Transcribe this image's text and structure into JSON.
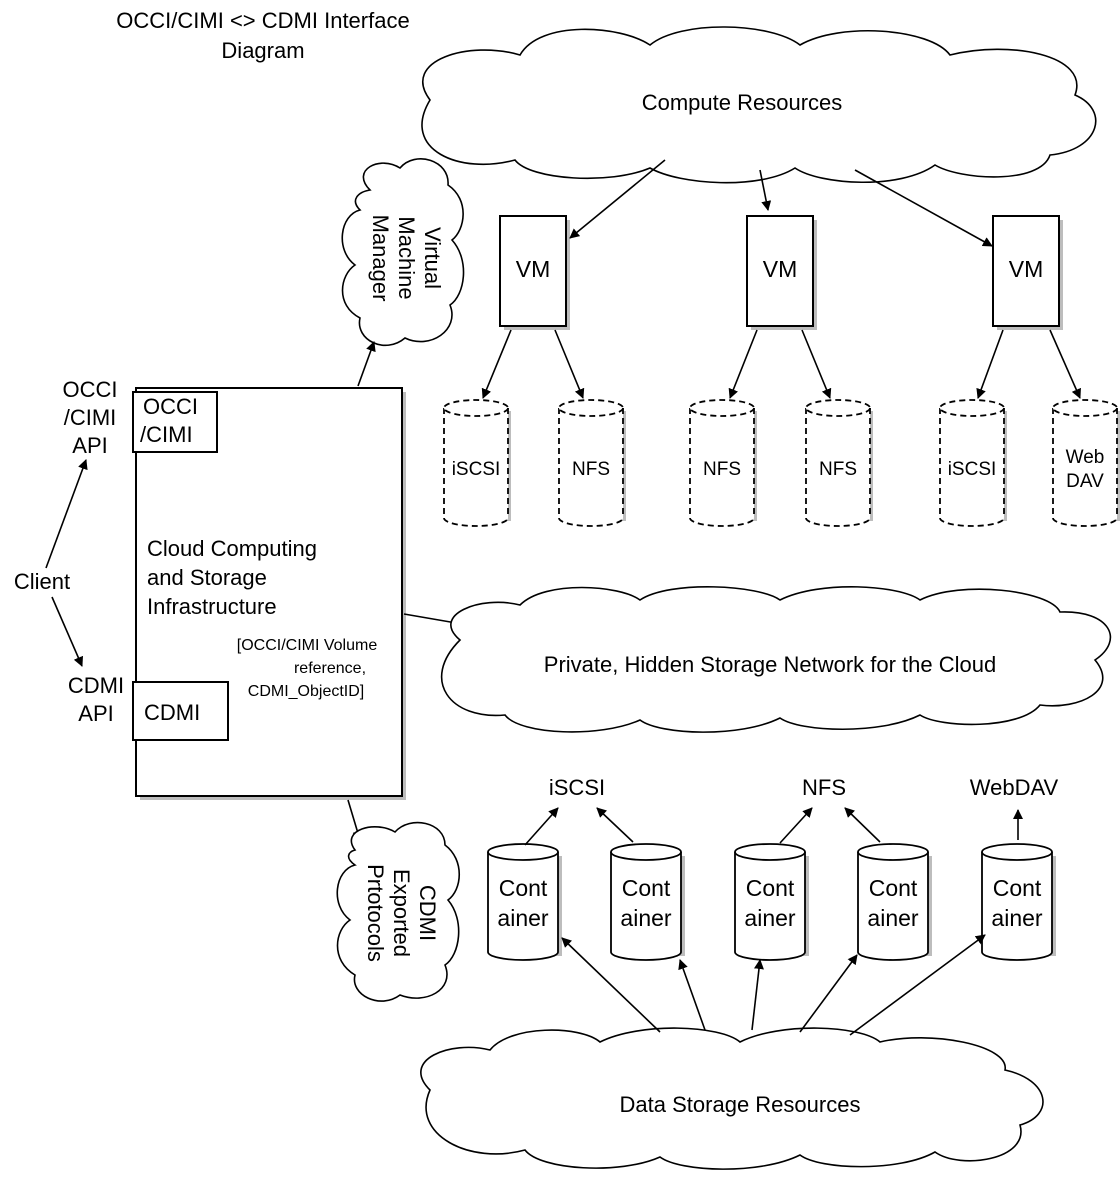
{
  "title": {
    "line1": "OCCI/CIMI <> CDMI Interface",
    "line2": "Diagram"
  },
  "clouds": {
    "compute": "Compute Resources",
    "vmm": [
      "Virtual",
      "Machine",
      "Manager"
    ],
    "network": "Private, Hidden Storage Network for the Cloud",
    "cdmi_protocols": [
      "CDMI",
      "Exported",
      "Prtotocols"
    ],
    "data_storage": "Data Storage Resources"
  },
  "vms": [
    "VM",
    "VM",
    "VM"
  ],
  "vm_storage": [
    "iSCSI",
    "NFS",
    "NFS",
    "NFS",
    "iSCSI",
    "Web\nDAV"
  ],
  "left": {
    "occi_api": [
      "OCCI",
      "/CIMI",
      "API"
    ],
    "client": "Client",
    "cdmi_api": [
      "CDMI",
      "API"
    ]
  },
  "infra": {
    "occi_box": [
      "OCCI",
      "/CIMI"
    ],
    "main": [
      "Cloud Computing",
      "and Storage",
      "Infrastructure"
    ],
    "reference": [
      "[OCCI/CIMI Volume",
      "reference,",
      "CDMI_ObjectID]"
    ],
    "cdmi_box": "CDMI"
  },
  "protocols": [
    "iSCSI",
    "NFS",
    "WebDAV"
  ],
  "containers": [
    [
      "Cont",
      "ainer"
    ],
    [
      "Cont",
      "ainer"
    ],
    [
      "Cont",
      "ainer"
    ],
    [
      "Cont",
      "ainer"
    ],
    [
      "Cont",
      "ainer"
    ]
  ]
}
